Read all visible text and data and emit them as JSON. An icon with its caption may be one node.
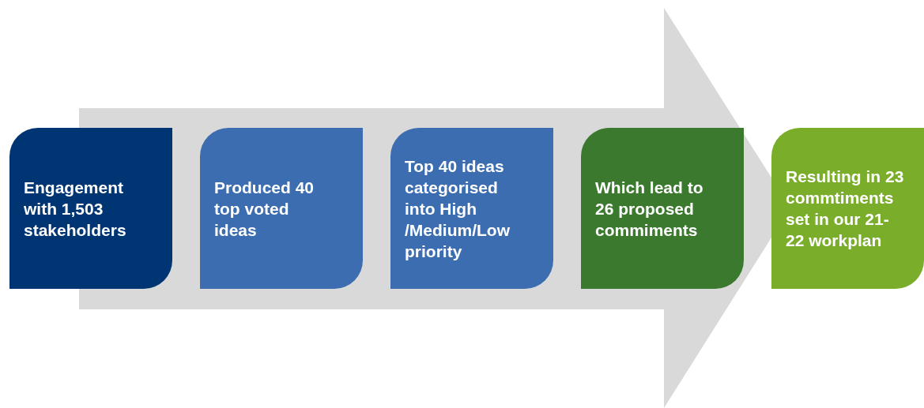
{
  "diagram": {
    "nodes": [
      {
        "text": [
          "Engagement with 1,503 stakeholders"
        ]
      },
      {
        "text": [
          "Produced 40 top voted ideas"
        ]
      },
      {
        "text": [
          "Top 40 ideas categorised into High /Medium/Low priority"
        ]
      },
      {
        "text": [
          "Which lead to 26 proposed commiments"
        ]
      },
      {
        "text": [
          "Resulting in 23 commtiments set in our 21-22 workplan"
        ]
      }
    ],
    "edges": [
      {
        "from": 0,
        "to": 4,
        "arrow": "to"
      }
    ]
  }
}
